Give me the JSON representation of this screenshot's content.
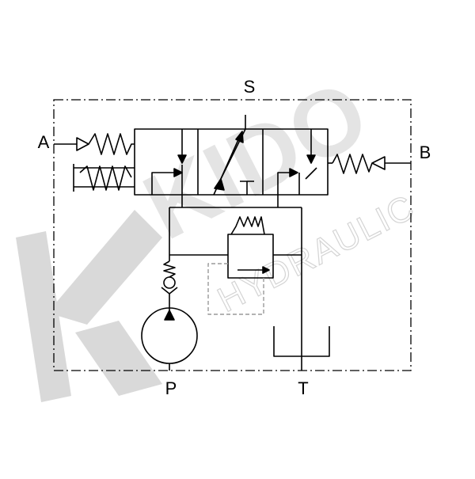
{
  "ports": {
    "s": "S",
    "a": "A",
    "b": "B",
    "p": "P",
    "t": "T"
  },
  "watermark": {
    "brand": "KIDO",
    "sub": "HYDRAULIC"
  },
  "colors": {
    "line": "#000000",
    "dashed_pilot": "#9a9a9a",
    "watermark": "#d6d6d6"
  }
}
